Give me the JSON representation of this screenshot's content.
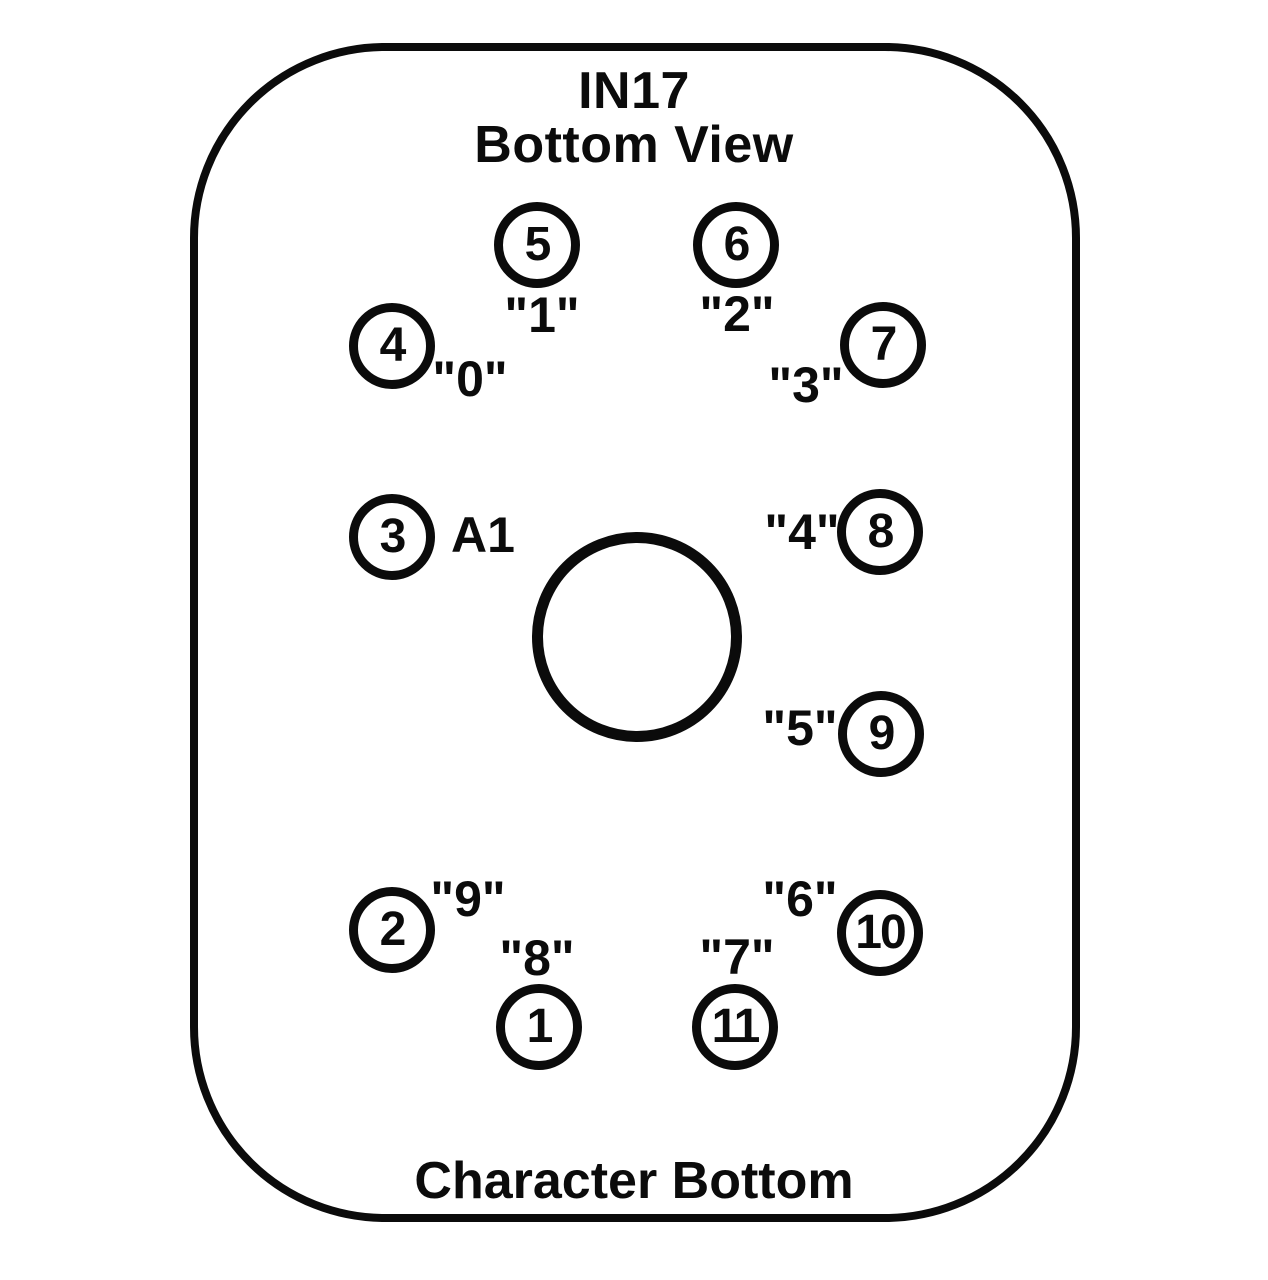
{
  "header": {
    "line1": "IN17",
    "line2": "Bottom View"
  },
  "footer": {
    "label": "Character Bottom"
  },
  "pins": [
    {
      "pin": "1",
      "character": "\"8\""
    },
    {
      "pin": "2",
      "character": "\"9\""
    },
    {
      "pin": "3",
      "character": "A1"
    },
    {
      "pin": "4",
      "character": "\"0\""
    },
    {
      "pin": "5",
      "character": "\"1\""
    },
    {
      "pin": "6",
      "character": "\"2\""
    },
    {
      "pin": "7",
      "character": "\"3\""
    },
    {
      "pin": "8",
      "character": "\"4\""
    },
    {
      "pin": "9",
      "character": "\"5\""
    },
    {
      "pin": "10",
      "character": "\"6\""
    },
    {
      "pin": "11",
      "character": "\"7\""
    }
  ],
  "colors": {
    "line": "#0b0b0b",
    "background": "#ffffff"
  }
}
